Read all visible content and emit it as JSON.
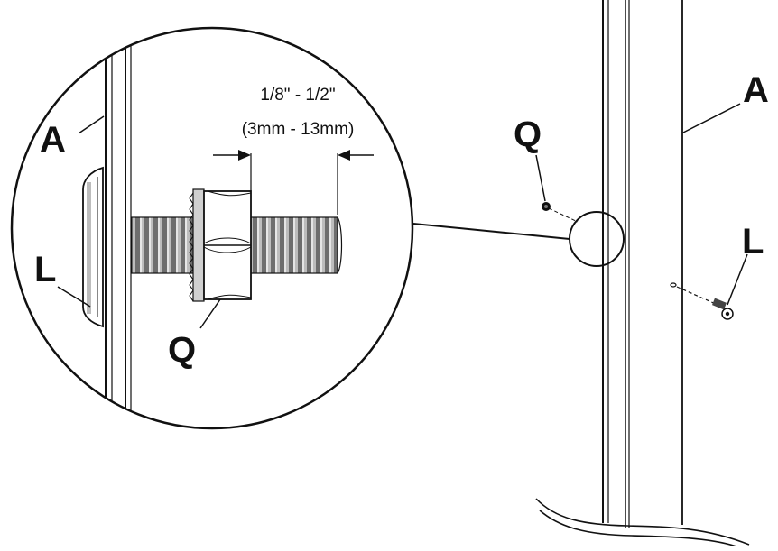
{
  "diagram": {
    "callouts": {
      "frame_right": "A",
      "nut_right": "Q",
      "screw_right": "L",
      "frame_zoom": "A",
      "screw_zoom": "L",
      "nut_zoom": "Q"
    },
    "dimension": {
      "imperial": "1/8\" - 1/2\"",
      "metric": "(3mm - 13mm)"
    },
    "colors": {
      "line": "#111111",
      "background": "#ffffff",
      "thread": "#888888"
    }
  }
}
